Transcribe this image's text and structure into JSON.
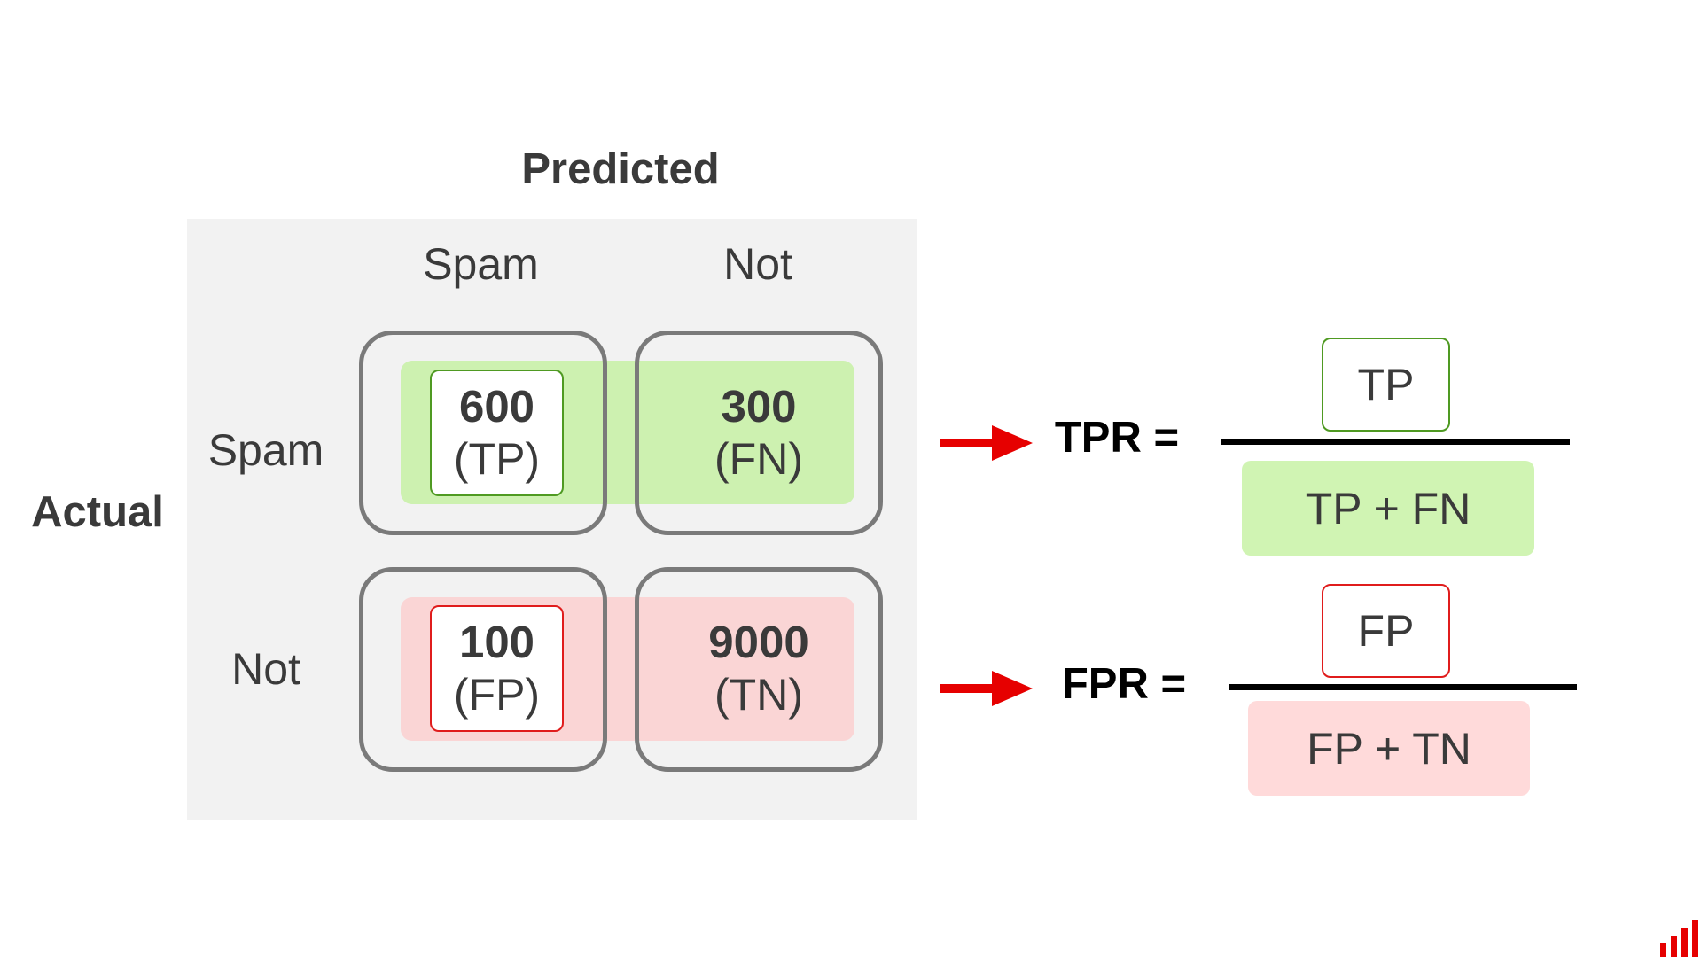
{
  "matrix": {
    "predicted_title": "Predicted",
    "actual_title": "Actual",
    "columns": [
      "Spam",
      "Not"
    ],
    "rows": [
      "Spam",
      "Not"
    ],
    "cells": [
      [
        {
          "value": "600",
          "tag": "(TP)"
        },
        {
          "value": "300",
          "tag": "(FN)"
        }
      ],
      [
        {
          "value": "100",
          "tag": "(FP)"
        },
        {
          "value": "9000",
          "tag": "(TN)"
        }
      ]
    ]
  },
  "formulas": {
    "tpr": {
      "lhs": "TPR =",
      "numerator": "TP",
      "denominator": "TP + FN"
    },
    "fpr": {
      "lhs": "FPR =",
      "numerator": "FP",
      "denominator": "FP + TN"
    }
  },
  "colors": {
    "positive_band": "#c9f0a8",
    "negative_band": "#ffd0d0",
    "positive_border": "#4f9a22",
    "negative_border": "#e01c1c",
    "arrow": "#e60000",
    "logo": "#e60000"
  },
  "icons": {
    "arrow": "right-arrow-icon",
    "logo": "bar-chart-logo-icon"
  }
}
